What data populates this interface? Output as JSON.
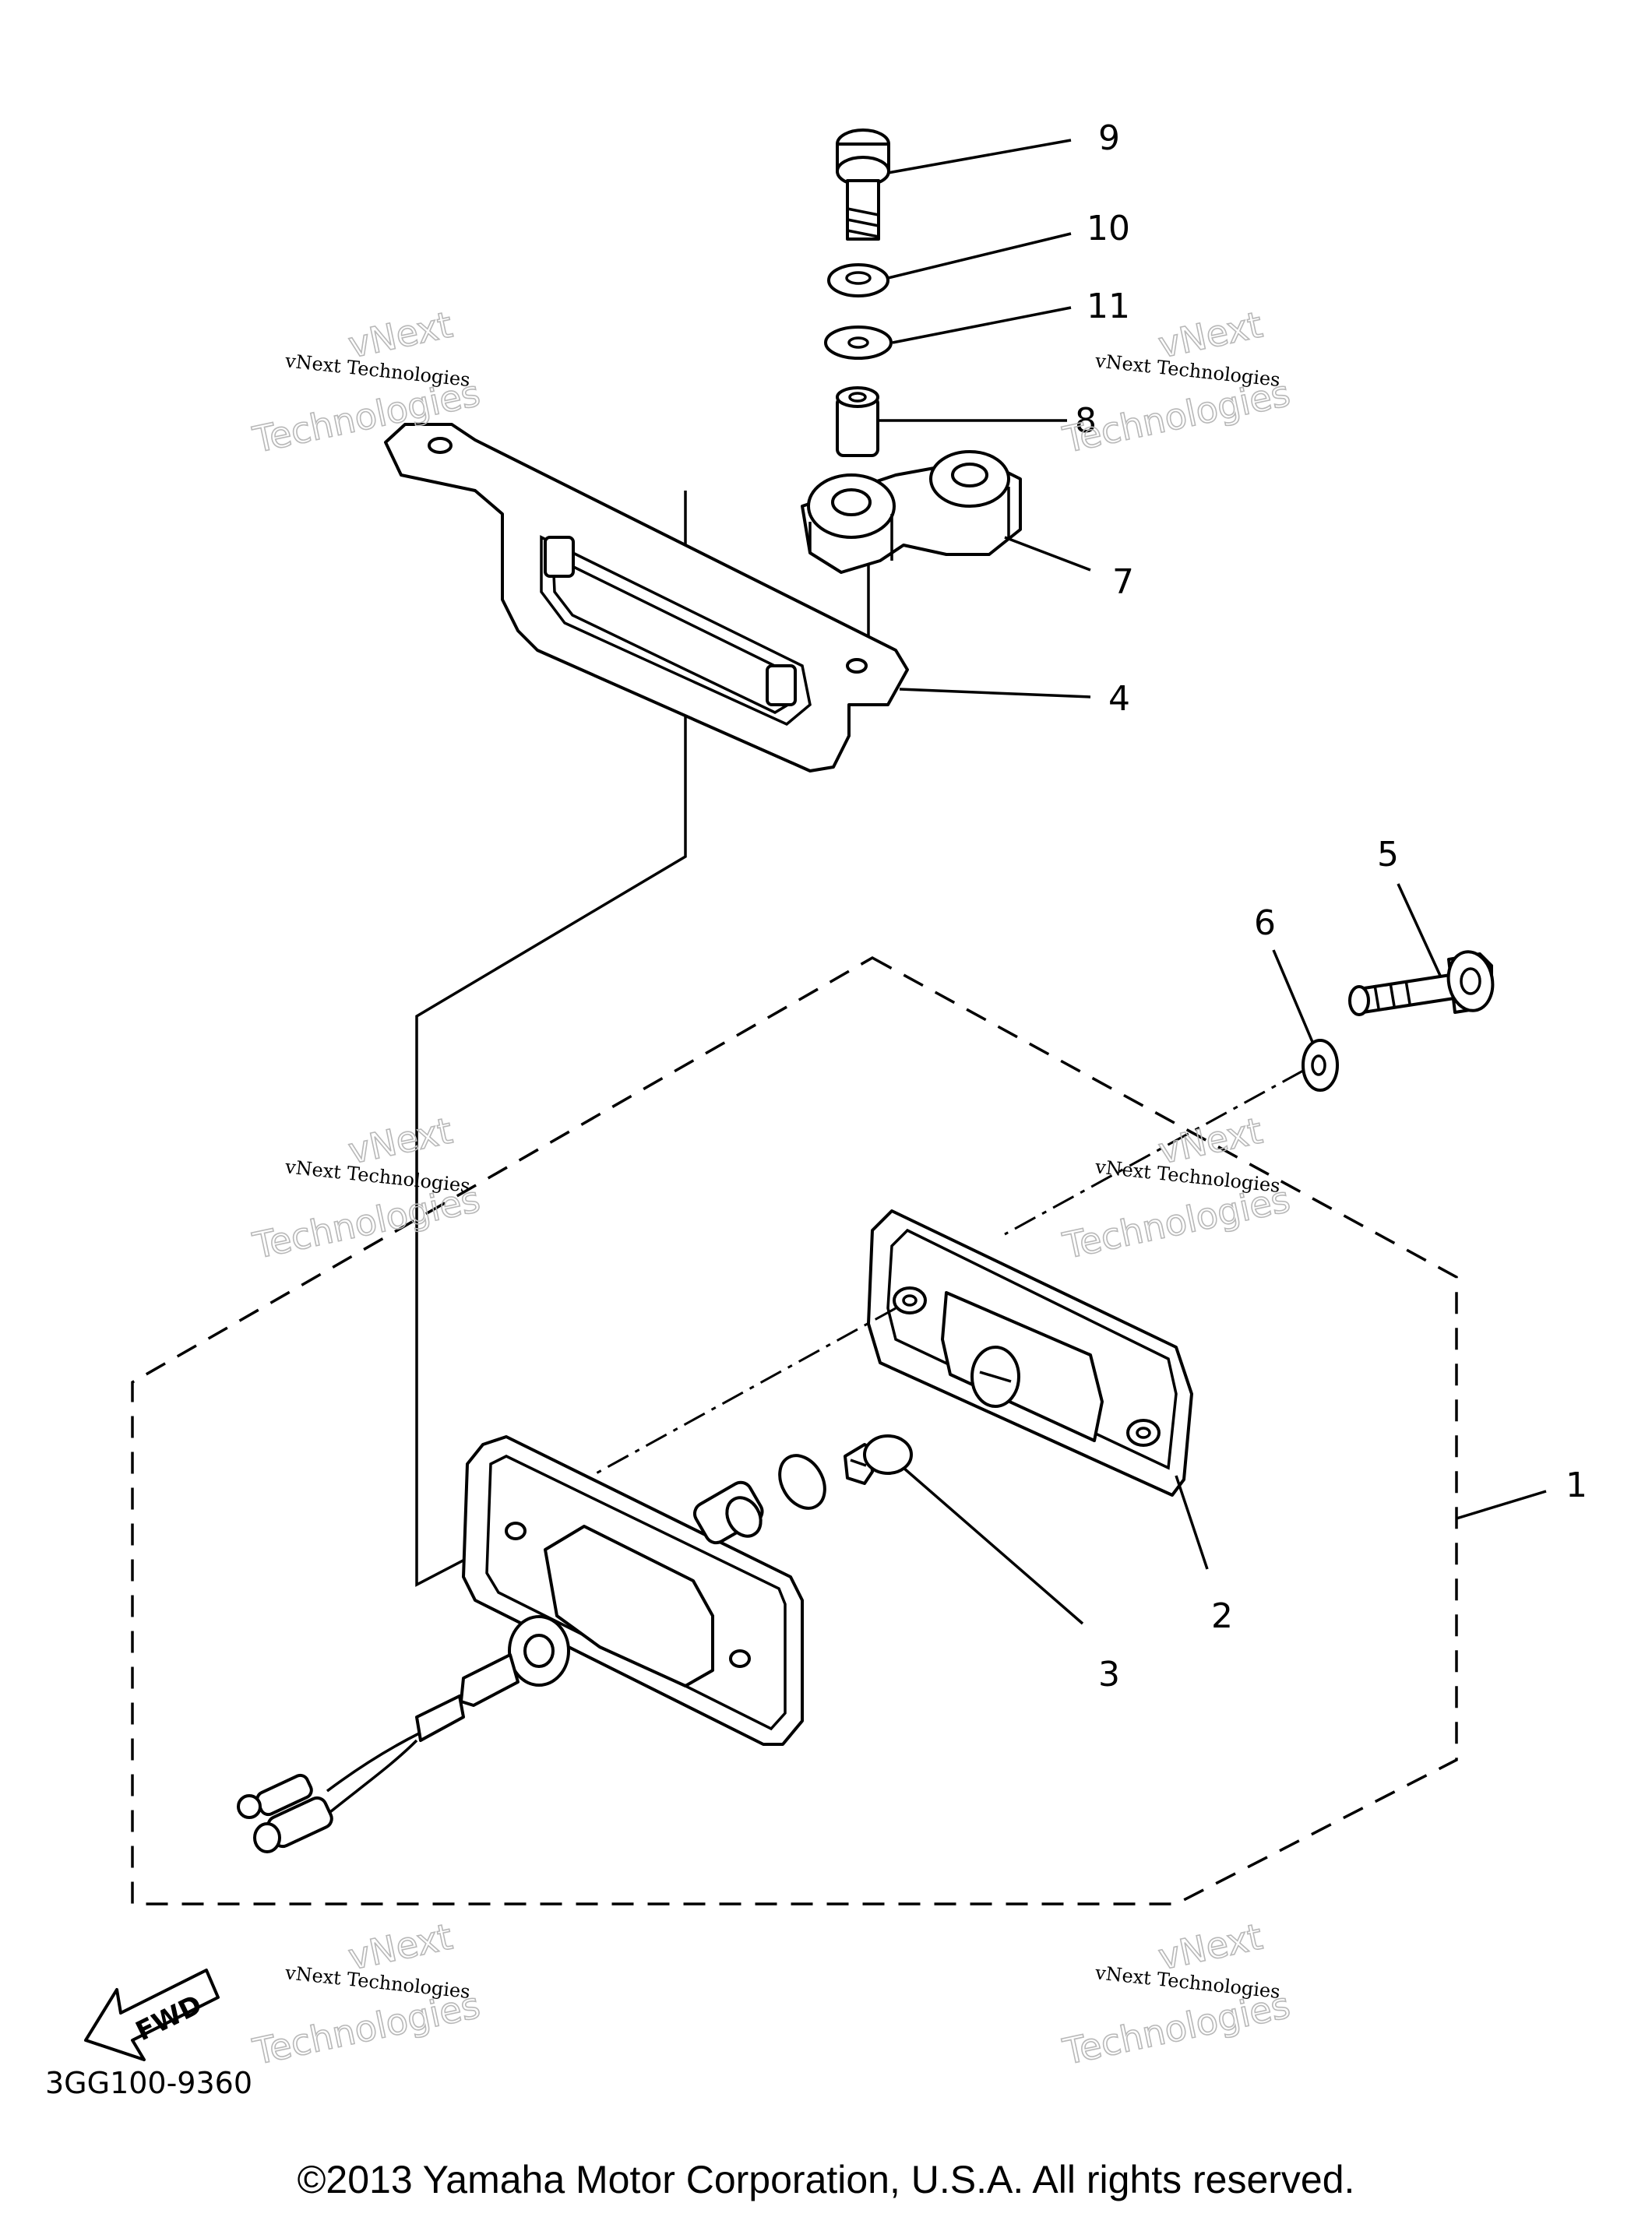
{
  "callouts": [
    {
      "id": "9",
      "label": "9"
    },
    {
      "id": "10",
      "label": "10"
    },
    {
      "id": "11",
      "label": "11"
    },
    {
      "id": "8",
      "label": "8"
    },
    {
      "id": "7",
      "label": "7"
    },
    {
      "id": "4",
      "label": "4"
    },
    {
      "id": "5",
      "label": "5"
    },
    {
      "id": "6",
      "label": "6"
    },
    {
      "id": "1",
      "label": "1"
    },
    {
      "id": "2",
      "label": "2"
    },
    {
      "id": "3",
      "label": "3"
    }
  ],
  "watermark": {
    "line1": "vNext Technologies",
    "brand_top": "vNext",
    "brand_bottom": "Technologies"
  },
  "fwd_label": "FWD",
  "diagram_code": "3GG100-9360",
  "copyright": "©2013 Yamaha Motor Corporation, U.S.A. All rights reserved."
}
